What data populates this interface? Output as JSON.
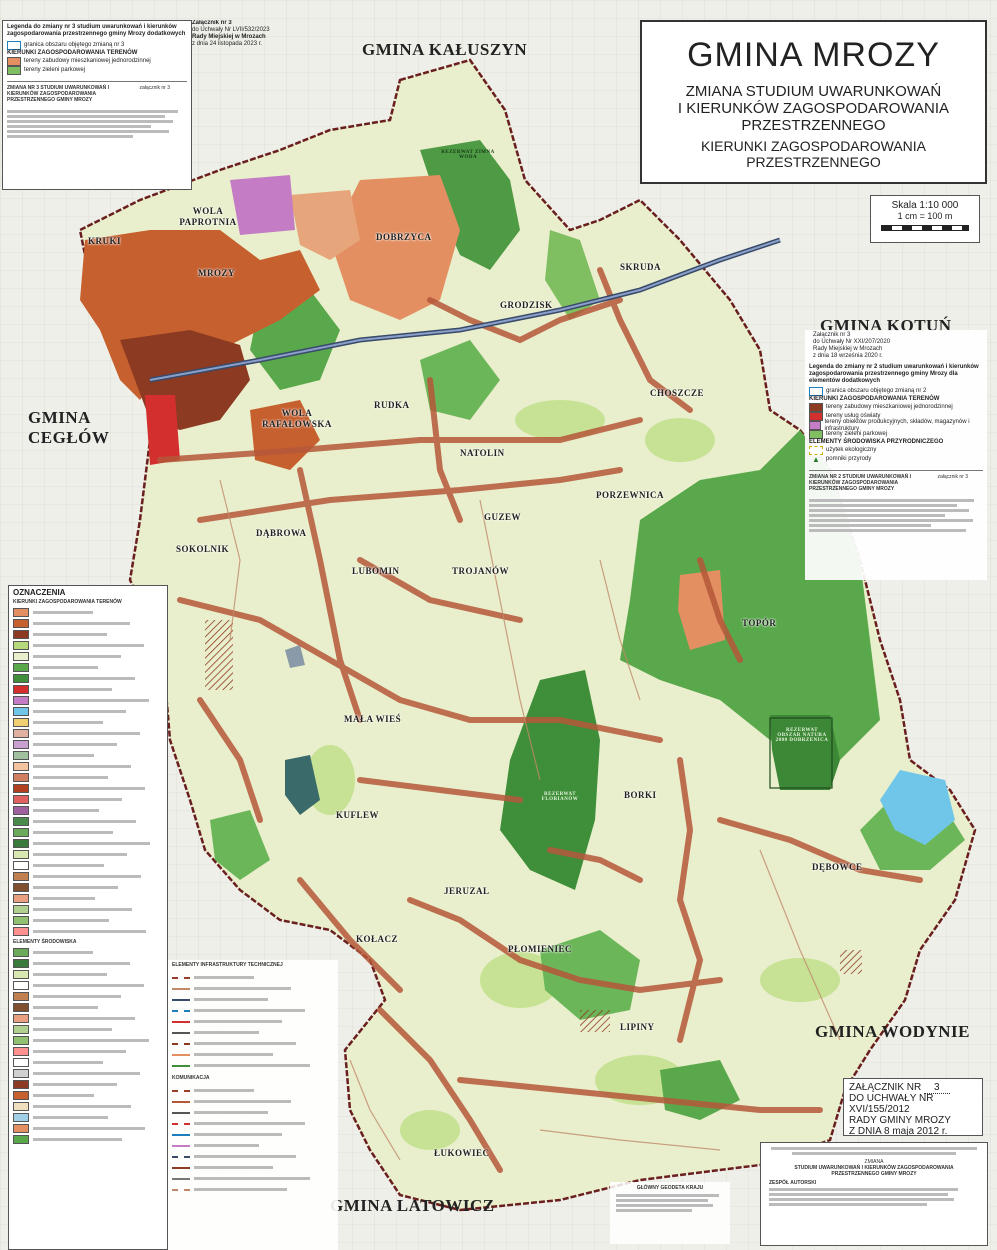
{
  "title_block": {
    "title": "GMINA MROZY",
    "subtitle_1": "ZMIANA STUDIUM UWARUNKOWAŃ",
    "subtitle_2": "I KIERUNKÓW ZAGOSPODAROWANIA",
    "subtitle_3": "PRZESTRZENNEGO",
    "subtitle_4": "KIERUNKI ZAGOSPODAROWANIA",
    "subtitle_5": "PRZESTRZENNEGO"
  },
  "scale": {
    "label": "Skala 1:10 000",
    "ratio": "1 cm = 100 m"
  },
  "neighbors": {
    "north": "GMINA KAŁUSZYN",
    "west": "GMINA CEGŁÓW",
    "east_north": "GMINA KOTUŃ",
    "east_south": "GMINA WODYNIE",
    "south": "GMINA LATOWICZ"
  },
  "villages": {
    "kruki": "KRUKI",
    "wola_paprotnia": "WOLA PAPROTNIA",
    "mrozy": "MROZY",
    "dobrzyca": "DOBRZYCA",
    "skruda": "SKRUDA",
    "grodzisk": "GRODZISK",
    "choszcze": "CHOSZCZE",
    "rudka": "RUDKA",
    "wola_rafalowska": "WOLA RAFAŁOWSKA",
    "natolin": "NATOLIN",
    "porzewnica": "PORZEWNICA",
    "guzew": "GUZEW",
    "dabrowa": "DĄBROWA",
    "sokolnik": "SOKOLNIK",
    "lubomin": "LUBOMIN",
    "trojanow": "TROJANÓW",
    "topor": "TOPÓR",
    "mala_wies": "MAŁA WIEŚ",
    "kuflew": "KUFLEW",
    "borki": "BORKI",
    "debowce": "DĘBOWCE",
    "jeruzal": "JERUZAL",
    "kolacz": "KOŁACZ",
    "plomieniec": "PŁOMIENIEC",
    "lipiny": "LIPINY",
    "lukowiec": "ŁUKOWIEC"
  },
  "reserve_labels": {
    "zimna_woda": "REZERWAT ZIMNA WODA",
    "florianow": "REZERWAT FLORIANÓW",
    "dobrzenica": "REZERWAT OBSZAR NATURA 2000 DOBRZENICA"
  },
  "annex_top_left": {
    "legend_title": "Legenda do zmiany nr 3 studium uwarunkowań i kierunków zagospodarowania przestrzennego gminy Mrozy dodatkowych",
    "item_1": "granica obszaru objętego zmianą nr 3",
    "section": "KIERUNKI ZAGOSPODAROWANIA TERENÓW",
    "item_2": "tereny zabudowy mieszkaniowej jednorodzinnej",
    "item_3": "tereny zieleni parkowej",
    "heading_2": "ZMIANA NR 3 STUDIUM UWARUNKOWAŃ I KIERUNKÓW ZAGOSPODAROWANIA PRZESTRZENNEGO GMINY MROZY",
    "attachment": "załącznik nr 3"
  },
  "annex_3": {
    "line_1": "Załącznik nr 3",
    "line_2": "do Uchwały Nr LVII/532/2023",
    "line_3": "Rady Miejskiej w Mrozach",
    "line_4": "z dnia 24 listopada 2023 r."
  },
  "annex_2": {
    "line_1": "Załącznik nr 3",
    "line_2": "do Uchwały Nr XXI/207/2020",
    "line_3": "Rady Miejskiej w Mrozach",
    "line_4": "z dnia 18 września 2020 r.",
    "legend_title": "Legenda do zmiany nr 2 studium uwarunkowań i kierunków zagospodarowania przestrzennego gminy Mrozy dla elementów dodatkowych",
    "item_1": "granica obszaru objętego zmianą nr 2",
    "section_1": "KIERUNKI ZAGOSPODAROWANIA TERENÓW",
    "item_2": "tereny zabudowy mieszkaniowej jednorodzinnej",
    "item_3": "tereny usług oświaty",
    "item_4": "tereny obiektów produkcyjnych, składów, magazynów i infrastruktury",
    "item_5": "tereny zieleni parkowej",
    "section_2": "ELEMENTY ŚRODOWISKA PRZYRODNICZEGO",
    "item_6": "użytek ekologiczny",
    "item_7": "pomniki przyrody",
    "heading_2": "ZMIANA NR 2 STUDIUM UWARUNKOWAŃ I KIERUNKÓW ZAGOSPODAROWANIA PRZESTRZENNEGO GMINY MROZY",
    "attachment": "załącznik nr 3"
  },
  "legend_main": {
    "title": "OZNACZENIA",
    "section_1": "KIERUNKI ZAGOSPODAROWANIA TERENÓW",
    "section_2": "ELEMENTY ŚRODOWISKA",
    "section_3": "ELEMENTY INFRASTRUKTURY TECHNICZNEJ",
    "section_4": "KOMUNIKACJA"
  },
  "resolution_box": {
    "line_1": "ZAŁĄCZNIK NR",
    "num": "3",
    "line_2": "DO UCHWAŁY NR XVI/155/2012",
    "line_3": "RADY GMINY MROZY",
    "line_4": "Z DNIA 8 maja 2012 r."
  },
  "authors_box": {
    "line_1": "ZMIANA",
    "line_2": "STUDIUM UWARUNKOWAŃ I KIERUNKÓW ZAGOSPODAROWANIA",
    "line_3": "PRZESTRZENNEGO GMINY MROZY",
    "line_4": "ZESPÓŁ AUTORSKI"
  },
  "geodesist": {
    "line_1": "GŁÓWNY GEODETA KRAJU"
  },
  "colors": {
    "agri": "#e9efcc",
    "forest": "#5aa84c",
    "forest_dark": "#3f8f3a",
    "residential": "#e38f62",
    "urban": "#c7602f",
    "urban_dark": "#8c3a22",
    "service": "#d42f2f",
    "industry": "#c47cc4",
    "water": "#6fc6e8",
    "meadow": "#b6d97c",
    "road": "#9a3d2b"
  }
}
